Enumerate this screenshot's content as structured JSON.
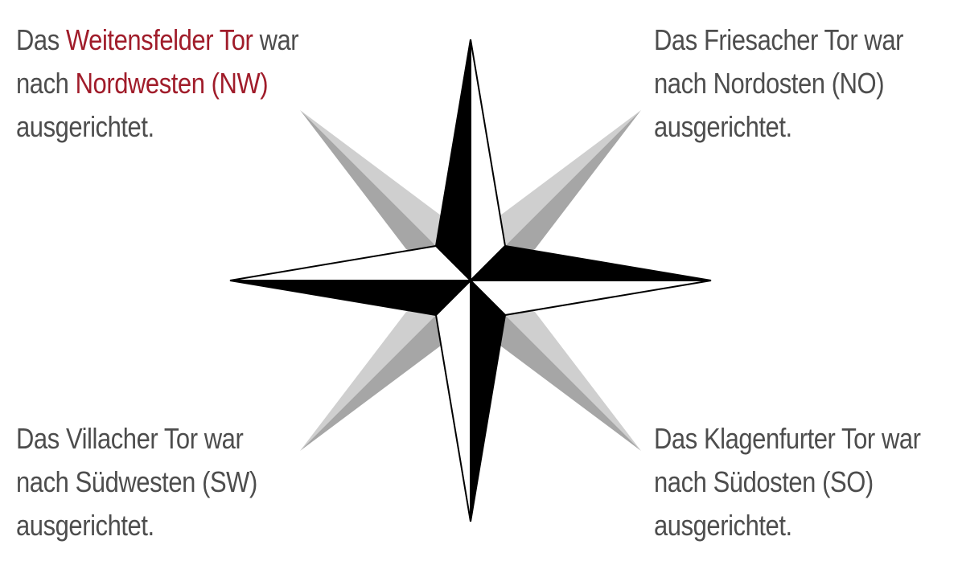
{
  "captions": {
    "nw": {
      "line1_prefix": "Das ",
      "line1_highlight": "Weitensfelder Tor",
      "line1_suffix": " war",
      "line2_prefix": "nach ",
      "line2_highlight": "Nordwesten (NW)",
      "line3": "ausgerichtet."
    },
    "ne": {
      "line1": "Das Friesacher Tor war",
      "line2": "nach Nordosten (NO)",
      "line3": "ausgerichtet."
    },
    "sw": {
      "line1": "Das Villacher Tor war",
      "line2": "nach Südwesten (SW)",
      "line3": "ausgerichtet."
    },
    "se": {
      "line1": "Das Klagenfurter Tor war",
      "line2": "nach Südosten (SO)",
      "line3": "ausgerichtet."
    }
  },
  "colors": {
    "text": "#4d4d4d",
    "highlight": "#a01c2a",
    "rose_dark": "#000000",
    "rose_light": "#ffffff",
    "diagonal_light": "#cfcfcf",
    "diagonal_dark": "#a6a6a6"
  }
}
